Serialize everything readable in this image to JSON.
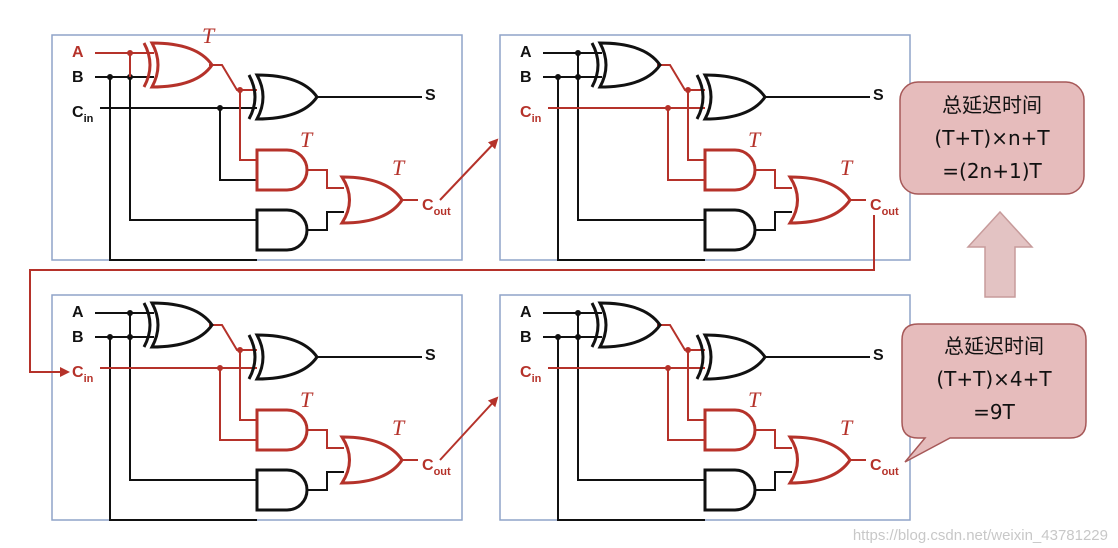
{
  "colors": {
    "red": "#b5322a",
    "black": "#111111",
    "frame": "#8fa4c8",
    "callout_fill": "#e6bcbc",
    "callout_stroke": "#a65858",
    "arrow_fill": "#e3c3c3"
  },
  "labels": {
    "a": "A",
    "b": "B",
    "c": "C",
    "c_in_sub": "in",
    "c_out_sub": "out",
    "s": "S",
    "t": "T"
  },
  "callout_top": {
    "line1": "总延迟时间",
    "line2": "(T+T)×n+T",
    "line3": "=(2n+1)T"
  },
  "callout_bottom": {
    "line1": "总延迟时间",
    "line2": "(T+T)×4+T",
    "line3": "=9T"
  },
  "watermark": "https://blog.csdn.net/weixin_43781229"
}
